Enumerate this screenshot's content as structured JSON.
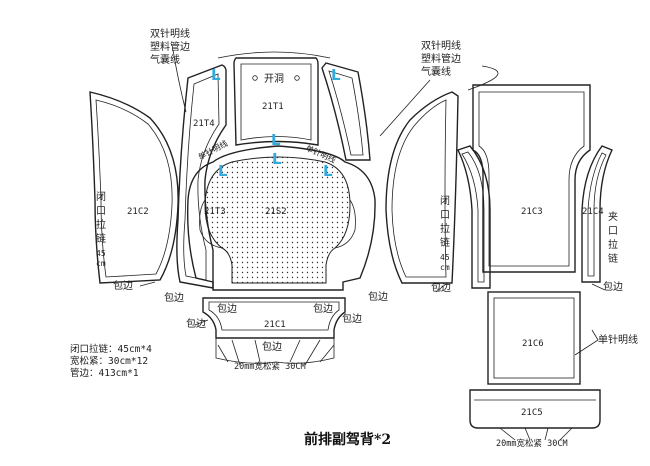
{
  "title": "前排副驾背*2",
  "pieces": {
    "p21t1": "21T1",
    "p21t4": "21T4",
    "p21c2": "21C2",
    "p21t3": "21T3",
    "p21s2": "21S2",
    "p21c1": "21C1",
    "p21c3": "21C3",
    "p21c4": "21C4",
    "p21c6": "21C6",
    "p21c5": "21C5"
  },
  "notes": {
    "double_stitch": "双针明线",
    "plastic_piping": "塑料管边",
    "airbag_line": "气囊线",
    "opening": "开洞",
    "single_stitch": "单针明线",
    "binding": "包边",
    "l_mark": "L",
    "elastic_30": "20mm宽松紧 30CM"
  },
  "vertical": {
    "zip_left": [
      "闭",
      "口",
      "拉",
      "链",
      "45",
      "cm"
    ],
    "zip_right": [
      "闭",
      "口",
      "拉",
      "链",
      "45",
      "cm"
    ],
    "clip_zip": [
      "夹",
      "口",
      "拉",
      "链"
    ]
  },
  "bom": [
    "闭口拉链：45cm*4",
    "宽松紧：30cm*12",
    "管边：413cm*1"
  ],
  "colors": {
    "l_mark": "#33aadd",
    "line": "#222222"
  }
}
